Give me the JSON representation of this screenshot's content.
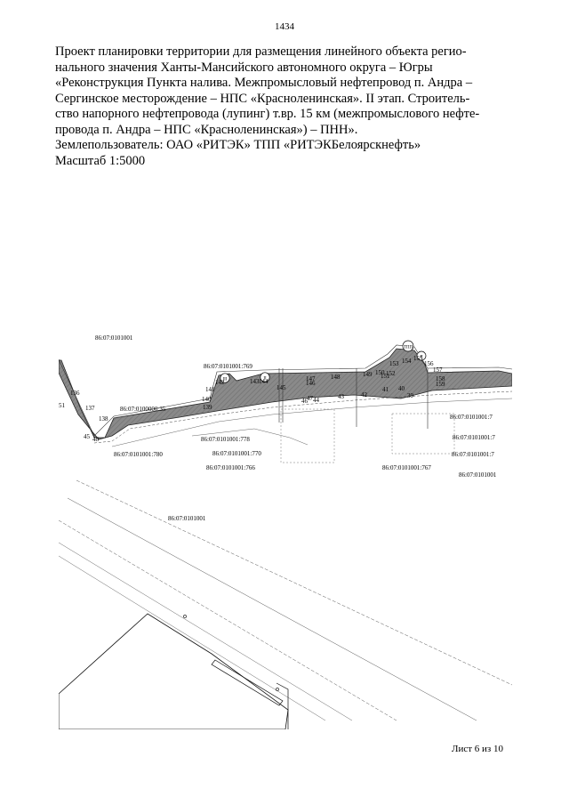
{
  "page_number": "1434",
  "title_lines": [
    "Проект планировки  территории для размещения линейного объекта регио-",
    "нального значения Ханты-Мансийского автономного округа – Югры",
    "«Реконструкция Пункта налива. Межпромысловый нефтепровод п. Андра –",
    "Сергинское месторождение – НПС «Красноленинская». II этап. Строитель-",
    "ство напорного нефтепровода (лупинг) т.вр. 15 км (межпромыслового нефте-",
    "провода п. Андра – НПС «Красноленинская») – ПНН».",
    "Землепользователь: ОАО «РИТЭК» ТПП «РИТЭКБелоярскнефть»",
    "Масштаб 1:5000"
  ],
  "map": {
    "cadastral": {
      "c1001_top": "86:07:0101001",
      "c769": "86:07:0101001:769",
      "c35": "86:07:0100000:35",
      "c778": "86:07:0101001:778",
      "c780": "86:07:0101001:780",
      "c770": "86:07:0101001:770",
      "c766": "86:07:0101001:766",
      "c767": "86:07:0101001:767",
      "cR1": "86:07:0101001:7",
      "cR2": "86:07:0101001:7",
      "cR3": "86:07:0101001:7",
      "cR4": "86:07:0101001",
      "c1001_mid": "86:07:0101001"
    },
    "points": {
      "p136": "136",
      "p51": "51",
      "p137": "137",
      "p138": "138",
      "p45": "45",
      "p48": "48",
      "p142": "142",
      "p141": "141",
      "p140": "140",
      "p139": "139",
      "p143": "143",
      "p144": "144",
      "p145": "145",
      "p146": "146",
      "p147": "147",
      "p148": "148",
      "p46": "46",
      "p47": "47",
      "p44": "44",
      "p43": "43",
      "p149": "149",
      "p150": "150",
      "p151": "151",
      "p152": "152",
      "p153": "153",
      "p154": "154",
      "p155": "155",
      "p156": "156",
      "p157": "157",
      "p158": "158",
      "p159": "159",
      "p42": "42",
      "p41": "41",
      "p40": "40",
      "p39": "39"
    },
    "markers": {
      "m_iii_left": "III",
      "m_ii_left": "II",
      "m_tpp": "ТПП",
      "m_ii_right": "II"
    }
  },
  "footer": "Лист 6 из 10"
}
